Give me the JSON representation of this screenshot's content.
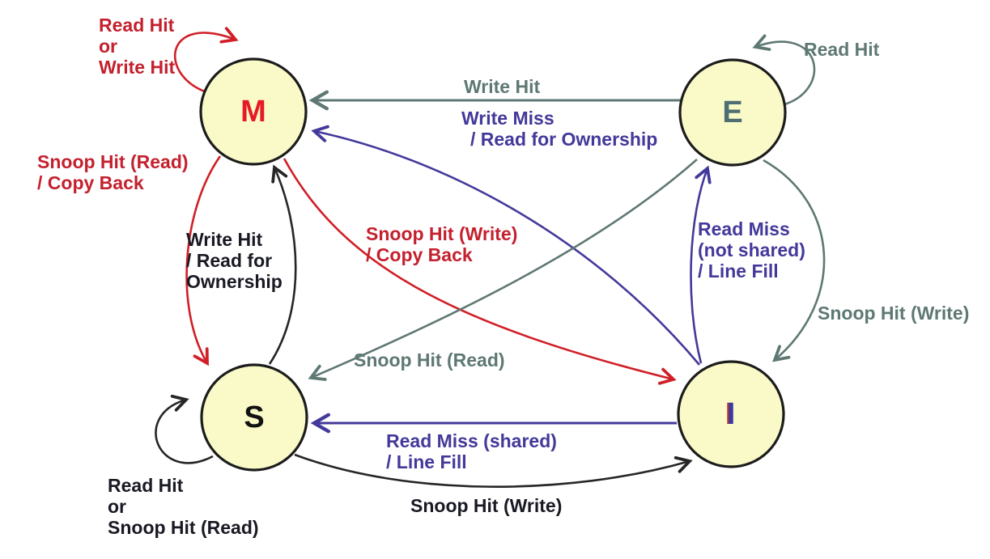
{
  "diagram": {
    "kind": "state-machine",
    "states_visible": [
      "M",
      "E",
      "S",
      "I"
    ]
  },
  "colors": {
    "node_fill": "#fafac8",
    "node_border": "#1c1c1c",
    "red": "#c4202e",
    "gray": "#5e7874",
    "purple": "#43399a",
    "dark": "#191924",
    "m_letter": "#e51b26",
    "e_letter": "#4e6e72",
    "s_letter": "#121212",
    "i_letter": "#3b3ba0"
  },
  "nodes": [
    {
      "id": "M",
      "label": "M"
    },
    {
      "id": "E",
      "label": "E"
    },
    {
      "id": "S",
      "label": "S"
    },
    {
      "id": "I",
      "label": "I"
    }
  ],
  "transitions": [
    {
      "from": "M",
      "to": "M",
      "color": "red",
      "label": "Read Hit or Write Hit",
      "lines": [
        "Read Hit",
        "or",
        "Write Hit"
      ]
    },
    {
      "from": "E",
      "to": "E",
      "color": "gray",
      "label": "Read Hit",
      "lines": [
        "Read Hit"
      ]
    },
    {
      "from": "E",
      "to": "M",
      "color": "gray",
      "label": "Write Hit",
      "lines": [
        "Write Hit"
      ]
    },
    {
      "from": "I",
      "to": "M",
      "color": "purple",
      "label": "Write Miss / Read for Ownership",
      "lines": [
        "Write Miss",
        "/ Read for Ownership"
      ]
    },
    {
      "from": "M",
      "to": "S",
      "color": "red",
      "label": "Snoop Hit (Read) / Copy Back",
      "lines": [
        "Snoop Hit (Read)",
        "/ Copy Back"
      ]
    },
    {
      "from": "S",
      "to": "M",
      "color": "black",
      "label": "Write Hit / Read for Ownership",
      "lines": [
        "Write Hit",
        "/ Read for",
        "Ownership"
      ]
    },
    {
      "from": "M",
      "to": "I",
      "color": "red",
      "label": "Snoop Hit (Write) / Copy Back",
      "lines": [
        "Snoop Hit (Write)",
        "/ Copy Back"
      ]
    },
    {
      "from": "E",
      "to": "S",
      "color": "gray",
      "label": "Snoop Hit (Read)",
      "lines": [
        "Snoop Hit (Read)"
      ]
    },
    {
      "from": "I",
      "to": "E",
      "color": "purple",
      "label": "Read Miss (not shared) / Line Fill",
      "lines": [
        "Read Miss",
        "(not shared)",
        "/ Line Fill"
      ]
    },
    {
      "from": "E",
      "to": "I",
      "color": "gray",
      "label": "Snoop Hit (Write)",
      "lines": [
        "Snoop Hit (Write)"
      ]
    },
    {
      "from": "I",
      "to": "S",
      "color": "purple",
      "label": "Read Miss (shared) / Line Fill",
      "lines": [
        "Read Miss (shared)",
        "/ Line Fill"
      ]
    },
    {
      "from": "S",
      "to": "I",
      "color": "black",
      "label": "Snoop Hit (Write)",
      "lines": [
        "Snoop Hit (Write)"
      ]
    },
    {
      "from": "S",
      "to": "S",
      "color": "black",
      "label": "Read Hit or Snoop Hit (Read)",
      "lines": [
        "Read Hit",
        "or",
        "Snoop Hit (Read)"
      ]
    }
  ]
}
